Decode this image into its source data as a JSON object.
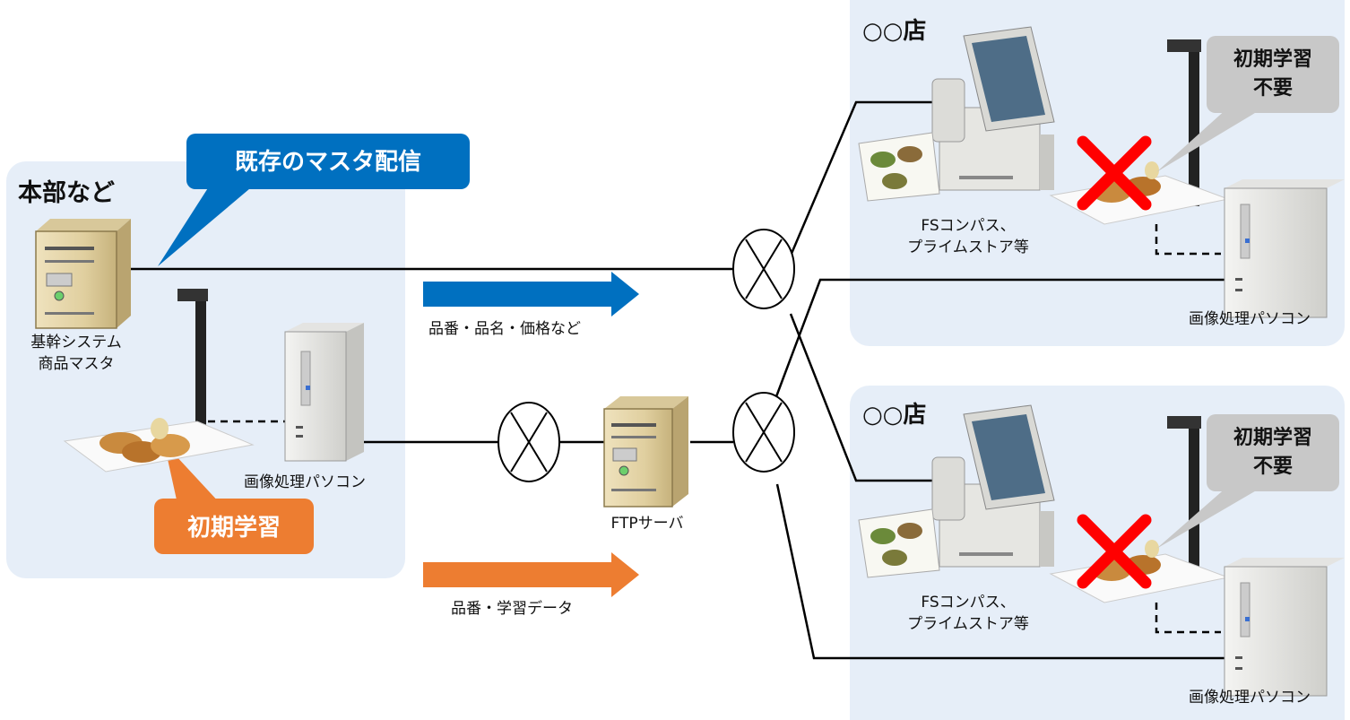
{
  "hq": {
    "title": "本部など",
    "server_label_1": "基幹システム",
    "server_label_2": "商品マスタ",
    "pc_label": "画像処理パソコン",
    "training_callout": "初期学習"
  },
  "master_callout": "既存のマスタ配信",
  "ftp_label": "FTPサーバ",
  "flow_master_label": "品番・品名・価格など",
  "flow_training_label": "品番・学習データ",
  "stores": [
    {
      "title": "○○店",
      "pos_label_1": "FSコンパス、",
      "pos_label_2": "プライムストア等",
      "no_training_1": "初期学習",
      "no_training_2": "不要",
      "pc_label": "画像処理パソコン"
    },
    {
      "title": "○○店",
      "pos_label_1": "FSコンパス、",
      "pos_label_2": "プライムストア等",
      "no_training_1": "初期学習",
      "no_training_2": "不要",
      "pc_label": "画像処理パソコン"
    }
  ],
  "colors": {
    "panel": "#e6eef8",
    "blue": "#0070c0",
    "orange": "#ed7d31",
    "gray_callout": "#c8c8c8",
    "red_x": "#ff0000"
  }
}
